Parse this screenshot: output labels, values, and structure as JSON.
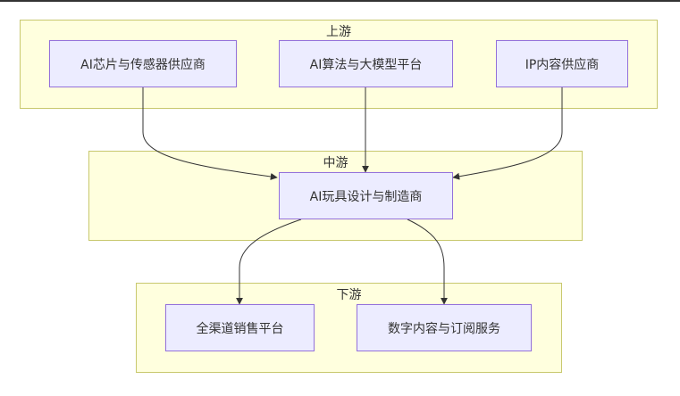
{
  "groups": {
    "upstream": {
      "label": "上游"
    },
    "midstream": {
      "label": "中游"
    },
    "downstream": {
      "label": "下游"
    }
  },
  "nodes": {
    "chips": "AI芯片与传感器供应商",
    "algo": "AI算法与大模型平台",
    "ip": "IP内容供应商",
    "maker": "AI玩具设计与制造商",
    "sales": "全渠道销售平台",
    "digital": "数字内容与订阅服务"
  },
  "edges": [
    {
      "from": "chips",
      "to": "maker"
    },
    {
      "from": "algo",
      "to": "maker"
    },
    {
      "from": "ip",
      "to": "maker"
    },
    {
      "from": "maker",
      "to": "sales"
    },
    {
      "from": "maker",
      "to": "digital"
    }
  ],
  "colors": {
    "group_fill": "#ffffde",
    "group_border": "#c8c86e",
    "node_fill": "#ececff",
    "node_border": "#9370db",
    "edge": "#333333"
  }
}
